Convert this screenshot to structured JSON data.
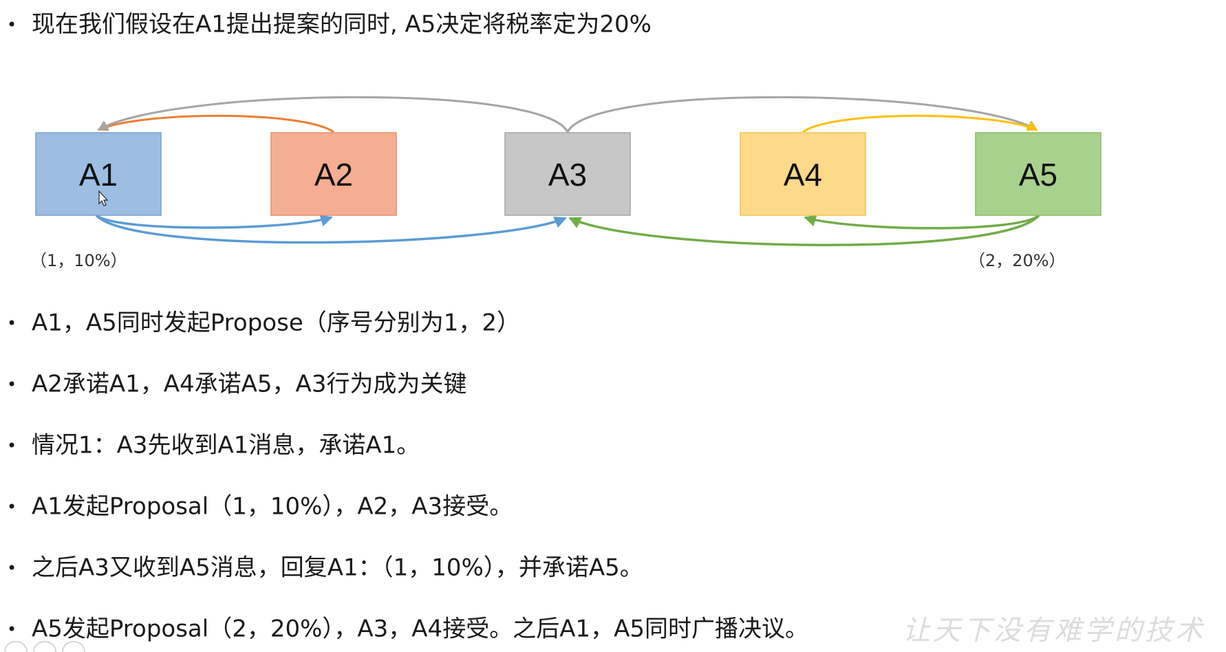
{
  "intro_bullet": "现在我们假设在A1提出提案的同时, A5决定将税率定为20%",
  "bullet_glyph": "•",
  "diagram": {
    "nodes": [
      {
        "label": "A1",
        "fill": "#9dbde3",
        "stroke": "#7a9fcf"
      },
      {
        "label": "A2",
        "fill": "#f6ae92",
        "stroke": "#e58d6a"
      },
      {
        "label": "A3",
        "fill": "#c7c7c7",
        "stroke": "#a5a5a5"
      },
      {
        "label": "A4",
        "fill": "#fdd98a",
        "stroke": "#f2c34f"
      },
      {
        "label": "A5",
        "fill": "#a9d18e",
        "stroke": "#84bb62"
      }
    ],
    "arrow_colors": {
      "orange": "#ed7d31",
      "gray": "#a5a5a5",
      "yellow": "#ffc000",
      "blue": "#5b9bd5",
      "green": "#70ad47"
    },
    "annotation_left": "（1，10%）",
    "annotation_right": "（2，20%）",
    "cursor_icon": "mouse-pointer-icon"
  },
  "bullets": [
    "A1，A5同时发起Propose（序号分别为1，2）",
    "A2承诺A1，A4承诺A5，A3行为成为关键",
    "情况1：A3先收到A1消息，承诺A1。",
    "A1发起Proposal（1，10%），A2，A3接受。",
    "之后A3又收到A5消息，回复A1：（1，10%），并承诺A5。",
    "A5发起Proposal（2，20%），A3，A4接受。之后A1，A5同时广播决议。"
  ],
  "watermark": "让天下没有难学的技术"
}
